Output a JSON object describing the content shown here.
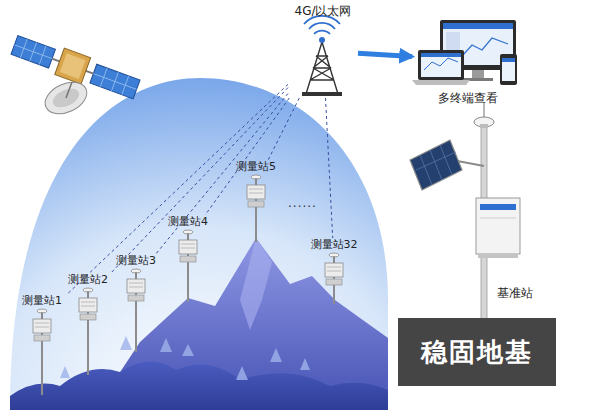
{
  "diagram": {
    "nodes": [
      {
        "text": [
          "4G/以太网"
        ]
      },
      {
        "text": [
          "多终端查看"
        ]
      },
      {
        "text": [
          "测量站1"
        ]
      },
      {
        "text": [
          "测量站2"
        ]
      },
      {
        "text": [
          "测量站3"
        ]
      },
      {
        "text": [
          "测量站4"
        ]
      },
      {
        "text": [
          "测量站5"
        ]
      },
      {
        "text": [
          "测量站32"
        ]
      },
      {
        "text": [
          "基准站"
        ]
      },
      {
        "text": [
          "稳固地基"
        ]
      }
    ],
    "edges": [
      {
        "from": 0,
        "to": 1,
        "arrow": "to"
      },
      {
        "from": 0,
        "to": 2,
        "arrow": "none"
      },
      {
        "from": 0,
        "to": 3,
        "arrow": "none"
      },
      {
        "from": 0,
        "to": 4,
        "arrow": "none"
      },
      {
        "from": 0,
        "to": 5,
        "arrow": "none"
      },
      {
        "from": 0,
        "to": 6,
        "arrow": "none"
      },
      {
        "from": 0,
        "to": 7,
        "arrow": "none"
      }
    ],
    "labels": [
      "......"
    ]
  }
}
